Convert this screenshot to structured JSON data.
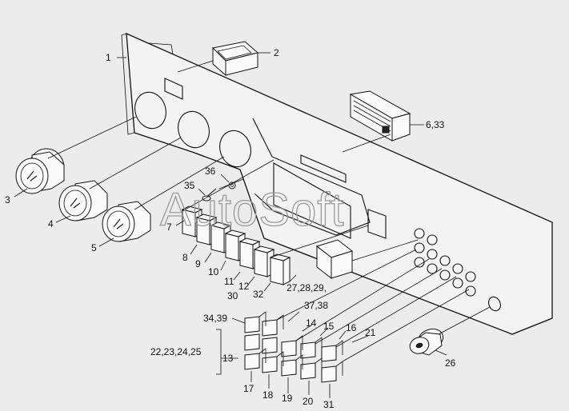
{
  "watermark": "AutoSoft",
  "callouts": {
    "c1": "1",
    "c2": "2",
    "c3": "3",
    "c4": "4",
    "c5": "5",
    "c6": "6,33",
    "c7": "7",
    "c8": "8",
    "c9": "9",
    "c10": "10",
    "c11": "11",
    "c12": "12",
    "c13": "13",
    "c14": "14",
    "c15": "15",
    "c16": "16",
    "c17": "17",
    "c18": "18",
    "c19": "19",
    "c20": "20",
    "c21": "21",
    "c22": "22,23,24,25",
    "c26": "26",
    "c27": "27,28,29,",
    "c30": "30",
    "c31": "31",
    "c32": "32",
    "c34": "34,39",
    "c35": "35",
    "c36": "36",
    "c37": "37,38"
  }
}
